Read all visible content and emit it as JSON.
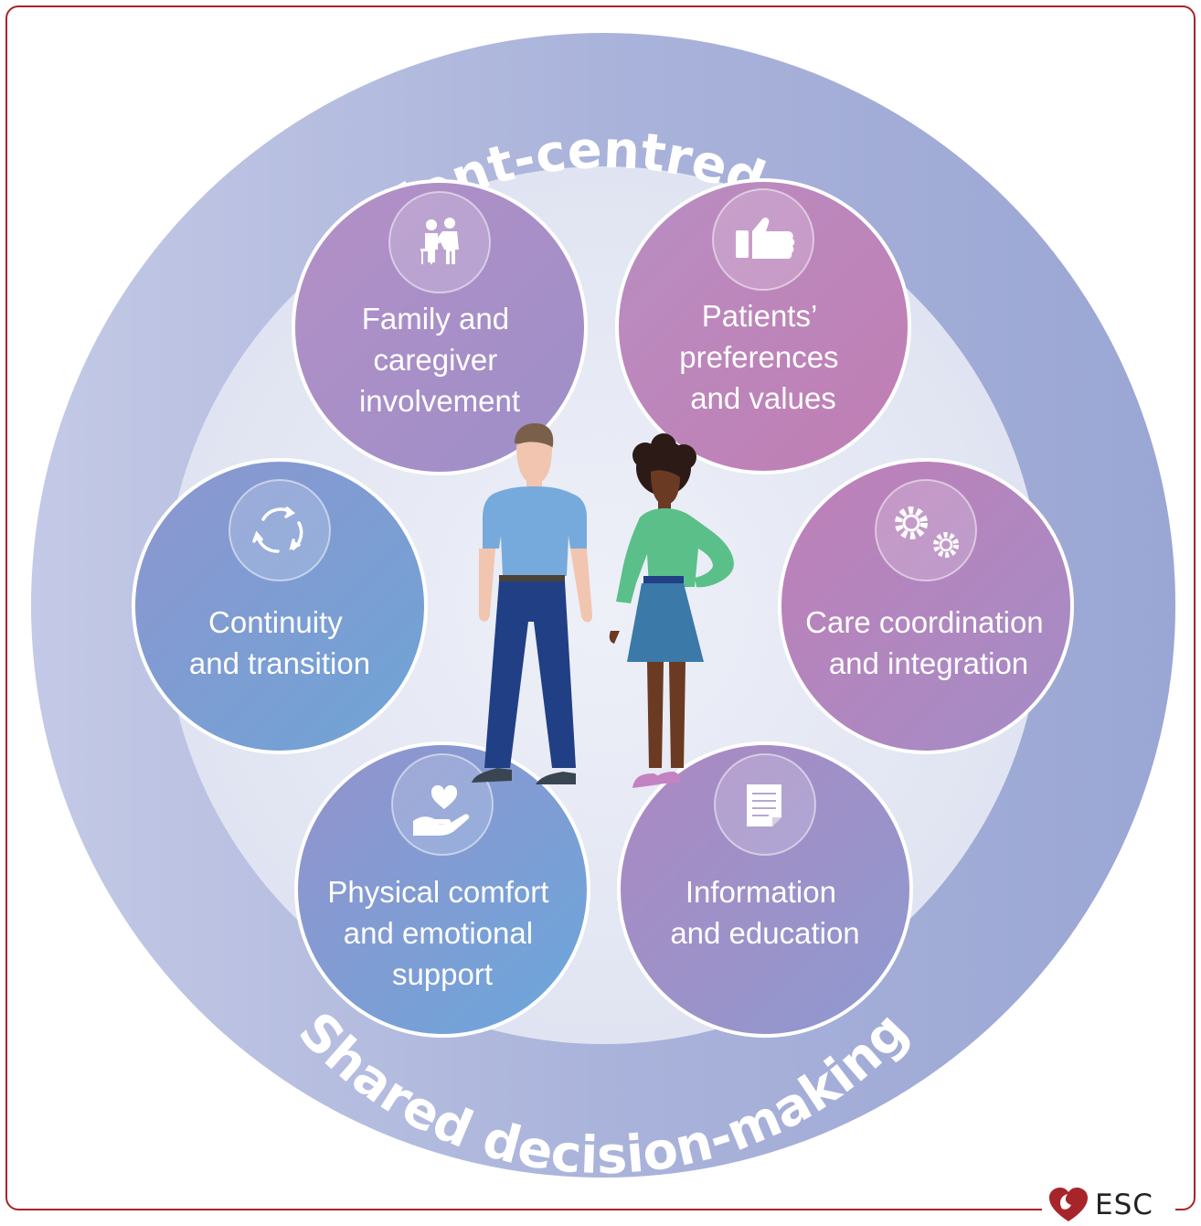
{
  "ring": {
    "top_text": "Patient-centred care",
    "bottom_text": "Shared decision-making"
  },
  "circles": [
    {
      "id": "family",
      "lines": [
        "Family and",
        "caregiver",
        "involvement"
      ],
      "icon": "caregiver-icon"
    },
    {
      "id": "preferences",
      "lines": [
        "Patients’",
        "preferences",
        "and values"
      ],
      "icon": "thumbs-up-icon"
    },
    {
      "id": "continuity",
      "lines": [
        "Continuity",
        "and transition"
      ],
      "icon": "refresh-cycle-icon"
    },
    {
      "id": "coordination",
      "lines": [
        "Care coordination",
        "and integration"
      ],
      "icon": "gears-icon"
    },
    {
      "id": "comfort",
      "lines": [
        "Physical comfort",
        "and emotional",
        "support"
      ],
      "icon": "heart-hand-icon"
    },
    {
      "id": "information",
      "lines": [
        "Information",
        "and education"
      ],
      "icon": "document-icon"
    }
  ],
  "logo": {
    "text": "ESC",
    "color": "#a8242b"
  },
  "colors": {
    "frame": "#a8242b",
    "outer_ring": "#a3acd6",
    "inner_disc": "#e4e7f3",
    "purple": "#a98bc3",
    "pink": "#c07fb5",
    "blue": "#7d9fd3"
  }
}
